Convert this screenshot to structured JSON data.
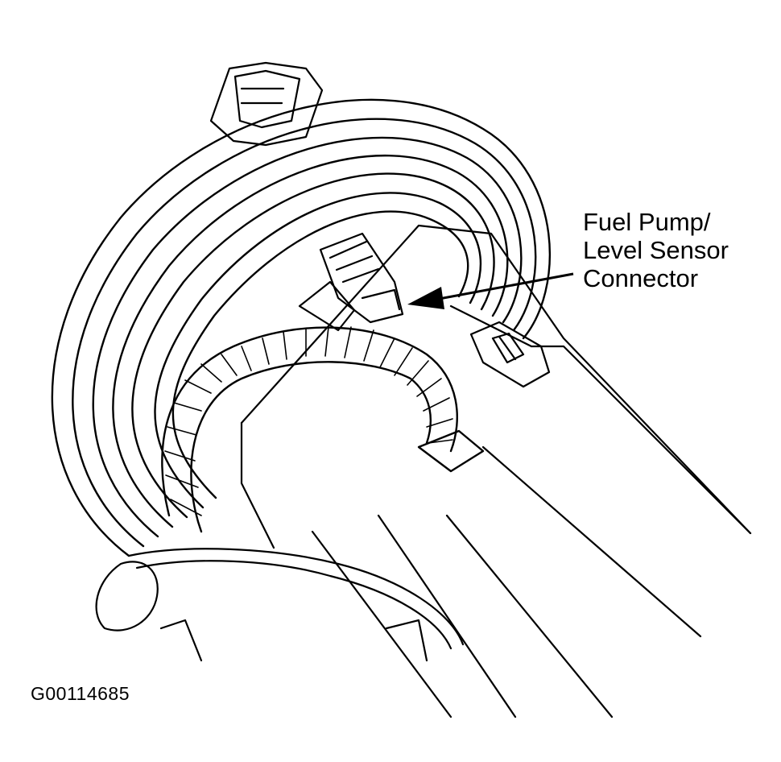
{
  "callout": {
    "line1": "Fuel Pump/",
    "line2": "Level Sensor",
    "line3": "Connector"
  },
  "figure_id": "G00114685",
  "colors": {
    "ink": "#000000",
    "background": "#ffffff"
  }
}
